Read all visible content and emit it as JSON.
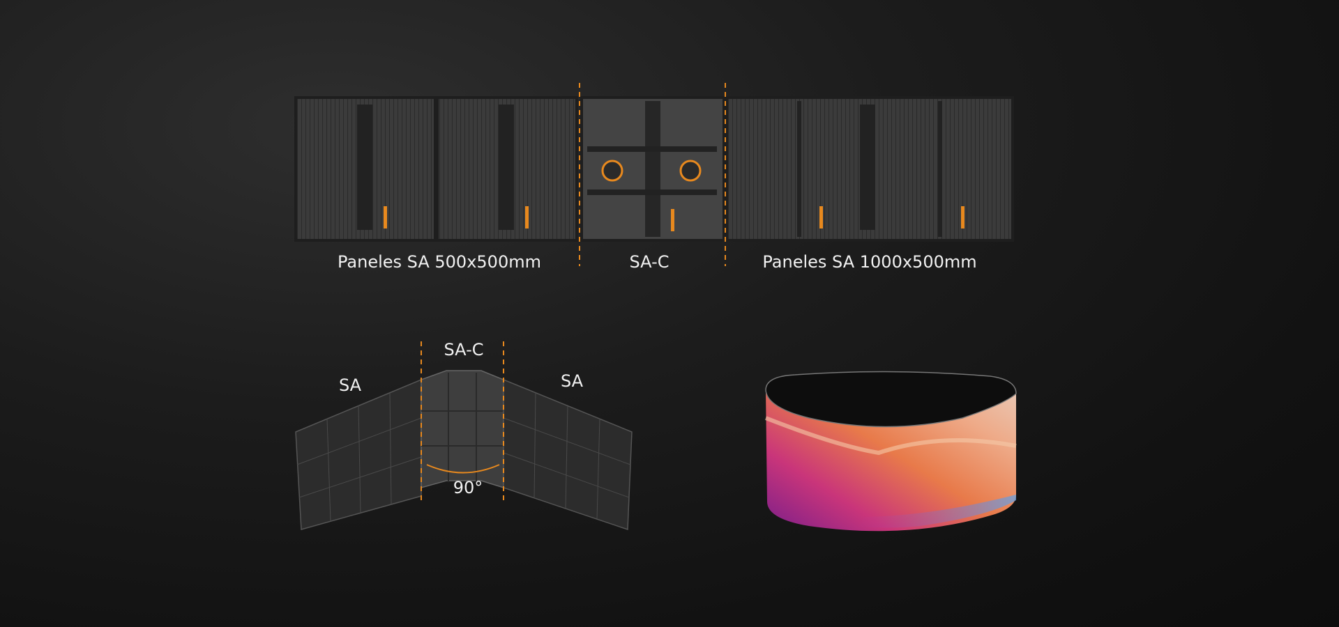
{
  "top_diagram": {
    "label_left": "Paneles SA 500x500mm",
    "label_center": "SA-C",
    "label_right": "Paneles SA 1000x500mm"
  },
  "corner_diagram": {
    "label_left": "SA",
    "label_center": "SA-C",
    "label_right": "SA",
    "angle": "90°"
  },
  "colors": {
    "accent": "#e8891e",
    "panel": "#3a3a3a",
    "background": "#161616"
  }
}
